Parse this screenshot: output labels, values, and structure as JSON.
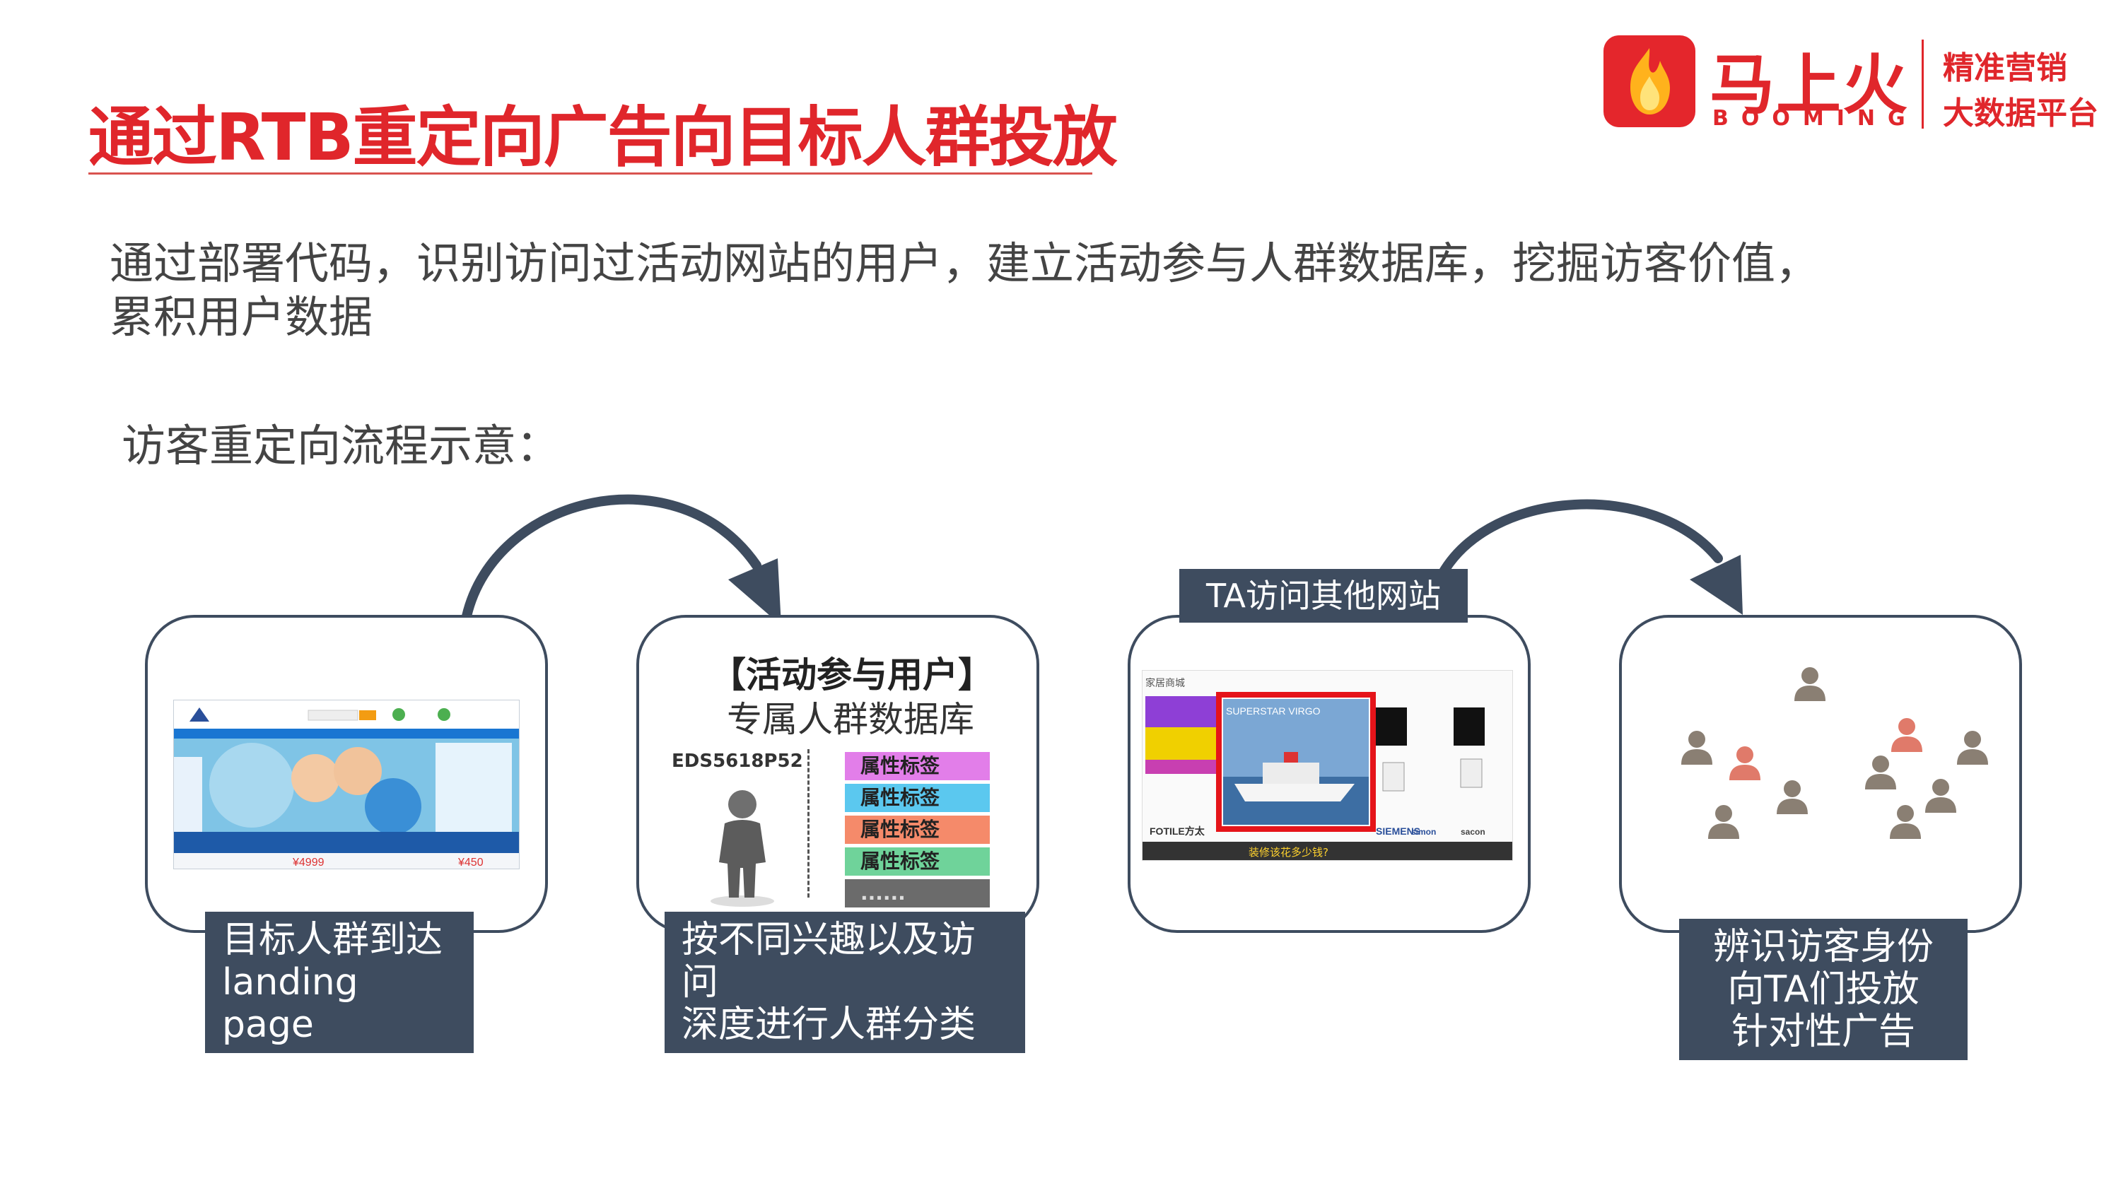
{
  "header": {
    "title": "通过RTB重定向广告向目标人群投放",
    "logo_cn": "马上火",
    "logo_en": "BOOMING",
    "logo_tag_line1": "精准营销",
    "logo_tag_line2": "大数据平台"
  },
  "intro": {
    "line1": "通过部署代码，识别访问过活动网站的用户，建立活动参与人群数据库，挖掘访客价值，",
    "line2": "累积用户数据"
  },
  "flow": {
    "title": "访客重定向流程示意：",
    "stage1": {
      "label_line1": "目标人群到达",
      "label_line2": "landing page",
      "shot_prices": [
        "¥4999",
        "¥450"
      ]
    },
    "stage2": {
      "heading": "【活动参与用户】",
      "subheading": "专属人群数据库",
      "user_code": "EDS5618P52",
      "tags": [
        "属性标签",
        "属性标签",
        "属性标签",
        "属性标签"
      ],
      "more": "......",
      "label_line1": "按不同兴趣以及访问",
      "label_line2": "深度进行人群分类"
    },
    "stage3": {
      "top_tag": "TA访问其他网站",
      "shot_site": "家居商城",
      "shot_ad_text": "SUPERSTAR VIRGO",
      "shot_banner": "装修该花多少钱?",
      "shot_brand1": "FOTILE方太",
      "shot_brand2": "SIEMENS",
      "shot_brand3": "simon",
      "shot_brand4": "sacon"
    },
    "stage4": {
      "label_line1": "辨识访客身份",
      "label_line2": "向TA们投放",
      "label_line3": "针对性广告"
    }
  },
  "colors": {
    "brand_red": "#e0262b",
    "slate": "#3e4c5f",
    "tag1": "#e27ee9",
    "tag2": "#5bc8ef",
    "tag3": "#f58a6a",
    "tag4": "#6fd39a",
    "tag_more": "#6b6b6b"
  }
}
